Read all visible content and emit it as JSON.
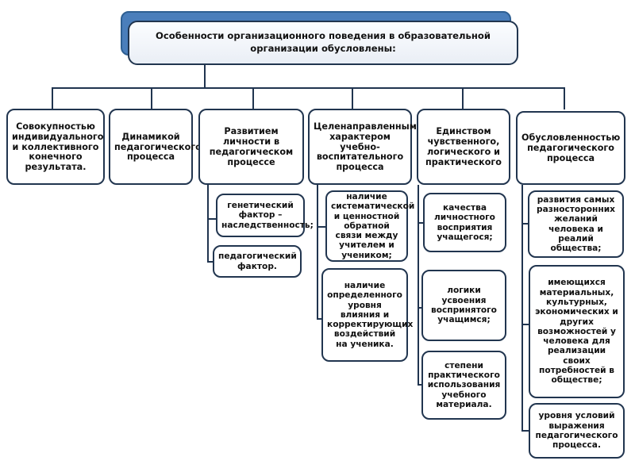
{
  "diagram": {
    "title": "Особенности организационного  поведения в образовательной  организации обусловлены:",
    "colors": {
      "border": "#21354f",
      "shadow_fill": "#4a7ebb",
      "shadow_border": "#2e5f92",
      "node_fill": "#ffffff",
      "title_fill": "#f2f5fa",
      "connector": "#20344f",
      "text": "#111111"
    },
    "branches": [
      {
        "label": "Совокупностью индивидуального и коллективного конечного результата.",
        "children": []
      },
      {
        "label": "Динамикой педагогического процесса",
        "children": []
      },
      {
        "label": "Развитием личности в педагогическом процессе",
        "children": [
          "генетический фактор – наследственность;",
          "педагогический фактор."
        ]
      },
      {
        "label": "Целенаправленным характером  учебно-воспитательного процесса",
        "children": [
          "наличие систематической и ценностной обратной связи между учителем и учеником;",
          "наличие определенного уровня влияния и корректирующих воздействий на ученика."
        ]
      },
      {
        "label": "Единством чувственного, логического и практического",
        "children": [
          "качества личностного восприятия учащегося;",
          "логики усвоения воспринятого учащимся;",
          "степени практического использования учебного материала."
        ]
      },
      {
        "label": "Обусловленностью педагогического процесса",
        "children": [
          "развития  самых разносторонних желаний человека и реалий общества;",
          "имеющихся материальных, культурных, экономических и других возможностей у человека для реализации своих потребностей в обществе;",
          "уровня условий выражения педагогического процесса."
        ]
      }
    ]
  }
}
